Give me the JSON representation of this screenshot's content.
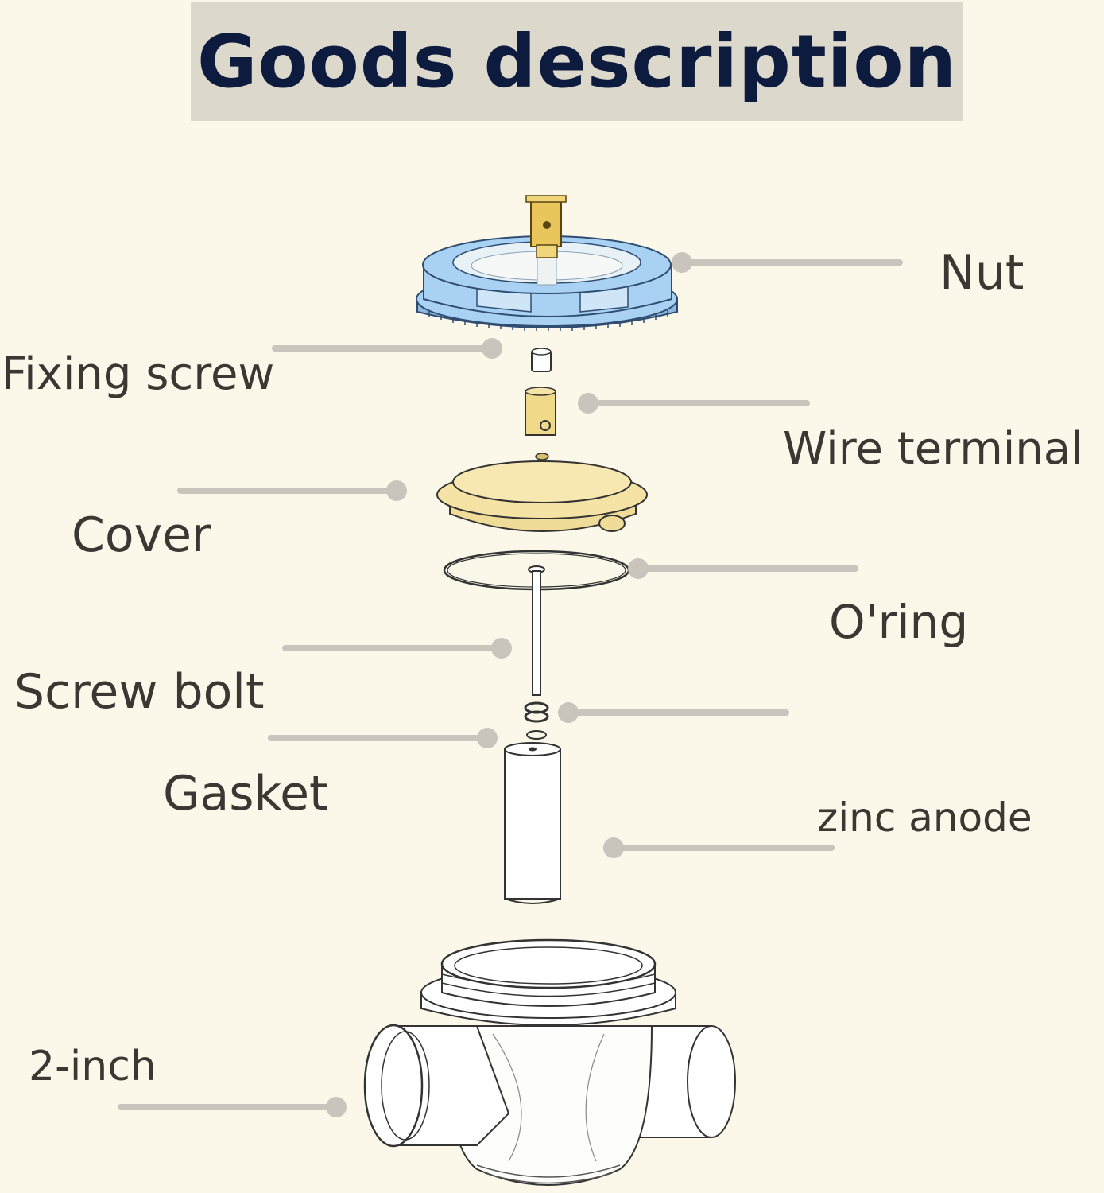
{
  "title": "Goods description",
  "colors": {
    "background": "#fbf8e9",
    "title_bg": "#ddd8cc",
    "title_text": "#0d1b3e",
    "label_text": "#3b3833",
    "leader_line": "#c9c4bc",
    "nut_blue": "#a9d1f3",
    "brass": "#eedb93"
  },
  "parts": [
    {
      "key": "nut",
      "label": "Nut"
    },
    {
      "key": "fixing_screw",
      "label": "Fixing screw"
    },
    {
      "key": "wire_terminal",
      "label": "Wire terminal"
    },
    {
      "key": "cover",
      "label": "Cover"
    },
    {
      "key": "oring",
      "label": "O'ring"
    },
    {
      "key": "screw_bolt",
      "label": "Screw bolt"
    },
    {
      "key": "gasket",
      "label": "Gasket"
    },
    {
      "key": "zinc_anode",
      "label": "zinc anode"
    },
    {
      "key": "pipe",
      "label": "2-inch"
    }
  ]
}
